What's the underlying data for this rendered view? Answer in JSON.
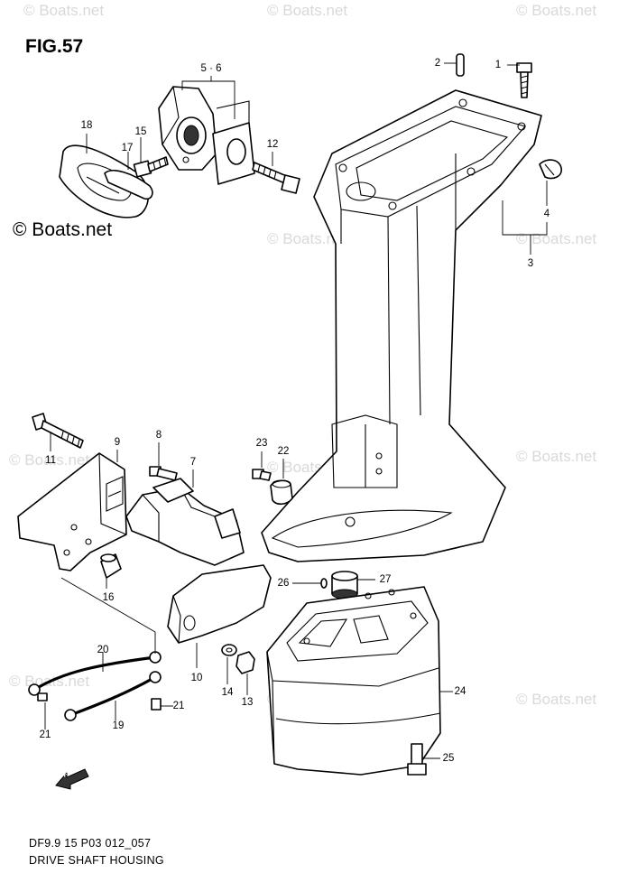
{
  "diagram": {
    "figure_title": "FIG.57",
    "brand_mark": "© Boats.net",
    "watermark": "© Boats.net",
    "footer": {
      "code": "DF9.9 15 P03 012_057",
      "title": "DRIVE SHAFT HOUSING"
    },
    "callouts": [
      "1",
      "2",
      "3",
      "4",
      "5 · 6",
      "7",
      "8",
      "9",
      "10",
      "11",
      "12",
      "13",
      "14",
      "15",
      "16",
      "17",
      "18",
      "19",
      "20",
      "21",
      "21",
      "22",
      "23",
      "24",
      "25",
      "26",
      "27"
    ],
    "fwd_label": "FWD"
  }
}
